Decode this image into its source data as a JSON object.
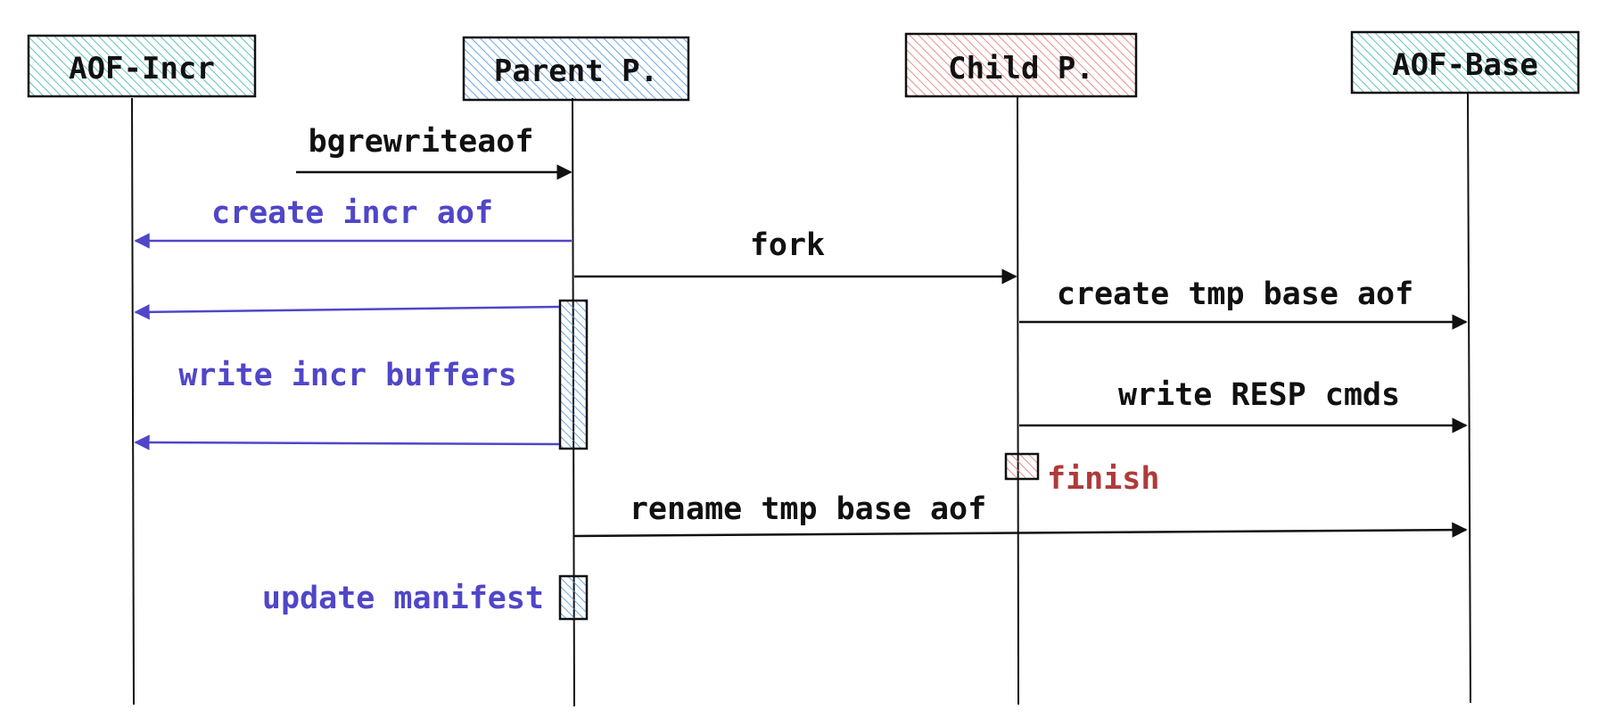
{
  "participants": [
    {
      "id": "aof-incr",
      "label": "AOF-Incr",
      "fill": "#36b3a8"
    },
    {
      "id": "parent",
      "label": "Parent P.",
      "fill": "#4a90e2"
    },
    {
      "id": "child",
      "label": "Child P.",
      "fill": "#e57373"
    },
    {
      "id": "aof-base",
      "label": "AOF-Base",
      "fill": "#36b3a8"
    }
  ],
  "messages": [
    {
      "id": "bgrewriteaof",
      "label": "bgrewriteaof",
      "from": "external",
      "to": "parent"
    },
    {
      "id": "create-incr-aof",
      "label": "create incr aof",
      "from": "parent",
      "to": "aof-incr"
    },
    {
      "id": "fork",
      "label": "fork",
      "from": "parent",
      "to": "child"
    },
    {
      "id": "write-incr-buffers",
      "label": "write incr buffers",
      "from": "parent",
      "to": "aof-incr"
    },
    {
      "id": "create-tmp-base-aof",
      "label": "create tmp base aof",
      "from": "child",
      "to": "aof-base"
    },
    {
      "id": "write-resp-cmds",
      "label": "write RESP cmds",
      "from": "child",
      "to": "aof-base"
    },
    {
      "id": "rename-tmp-base-aof",
      "label": "rename tmp base aof",
      "from": "parent",
      "to": "aof-base"
    }
  ],
  "notes": {
    "finish": "finish",
    "update_manifest": "update manifest"
  },
  "colors": {
    "stroke": "#111111",
    "parent_msg": "#5046c8",
    "finish": "#b03a3a",
    "incr_fill": "#36b3a8",
    "parent_fill": "#4a90e2",
    "child_fill": "#e57373"
  }
}
